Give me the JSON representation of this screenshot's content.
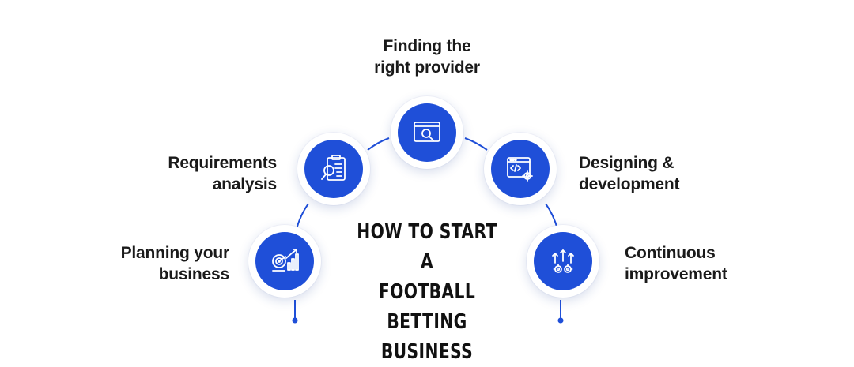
{
  "title": {
    "line1": "HOW TO START A",
    "line2": "FOOTBALL BETTING",
    "line3": "BUSINESS"
  },
  "steps": [
    {
      "id": "planning",
      "line1": "Planning your",
      "line2": "business",
      "icon": "target-chart-icon"
    },
    {
      "id": "requirements",
      "line1": "Requirements",
      "line2": "analysis",
      "icon": "clipboard-magnifier-icon"
    },
    {
      "id": "provider",
      "line1": "Finding the",
      "line2": "right provider",
      "icon": "browser-search-icon"
    },
    {
      "id": "design",
      "line1": "Designing &",
      "line2": "development",
      "icon": "code-window-gear-icon"
    },
    {
      "id": "improvement",
      "line1": "Continuous",
      "line2": "improvement",
      "icon": "arrows-gears-icon"
    }
  ],
  "colors": {
    "accent": "#1f4fd8",
    "text": "#1a1a1a",
    "background": "#ffffff"
  }
}
